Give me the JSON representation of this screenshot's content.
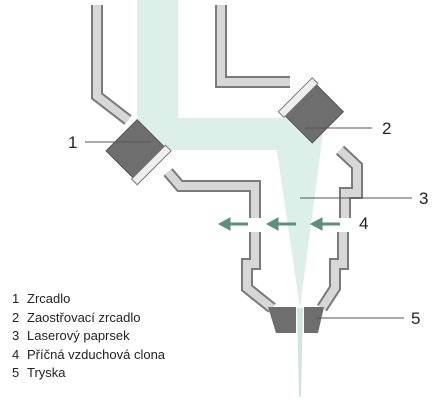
{
  "callouts": {
    "c1": "1",
    "c2": "2",
    "c3": "3",
    "c4": "4",
    "c5": "5"
  },
  "legend": [
    {
      "num": "1",
      "text": "Zrcadlo"
    },
    {
      "num": "2",
      "text": "Zaostřovací zrcadlo"
    },
    {
      "num": "3",
      "text": "Laserový paprsek"
    },
    {
      "num": "4",
      "text": "Příčná vzduchová clona"
    },
    {
      "num": "5",
      "text": "Tryska"
    }
  ],
  "colors": {
    "housing_fill": "#d7d7d7",
    "housing_outline": "#7a7a7a",
    "beam": "#dcefe9",
    "mirror_block": "#6e6e6e",
    "mirror_face": "#eeeeee",
    "air_arrow": "#5d8f7e",
    "nozzle_tip": "#6e6e6e",
    "leader": "#555555"
  }
}
